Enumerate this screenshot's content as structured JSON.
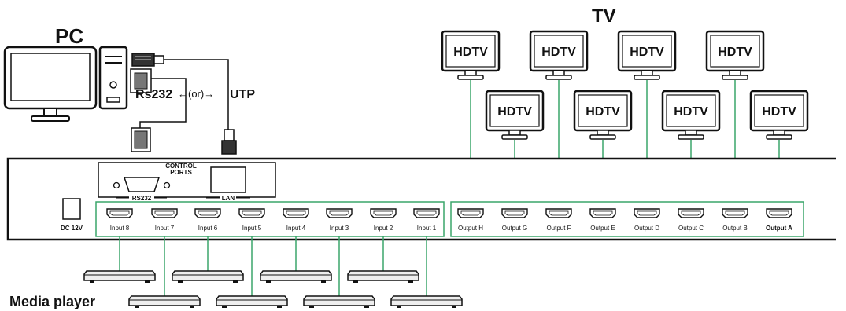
{
  "labels": {
    "pc": "PC",
    "tv": "TV",
    "rs232_label": "Rs232",
    "or_label": "←(or)→",
    "utp_label": "UTP",
    "control_ports_line1": "CONTROL",
    "control_ports_line2": "PORTS",
    "rs232_port": "RS232",
    "lan_port": "LAN",
    "power": "DC 12V",
    "media_player": "Media player"
  },
  "tv_label": "HDTV",
  "inputs": [
    "Input 8",
    "Input 7",
    "Input 6",
    "Input 5",
    "Input 4",
    "Input 3",
    "Input 2",
    "Input 1"
  ],
  "outputs": [
    "Output H",
    "Output G",
    "Output F",
    "Output E",
    "Output D",
    "Output C",
    "Output B",
    "Output A"
  ],
  "colors": {
    "line": "#111111",
    "connection": "#3aa56a",
    "device_fill": "#eeeeee"
  },
  "icons": {
    "monitor": "monitor-icon",
    "tower": "pc-tower-icon",
    "rj45": "rj45-plug-icon",
    "db9": "db9-connector-icon",
    "tv": "tv-icon",
    "hdmi": "hdmi-port-icon",
    "player": "media-player-icon"
  }
}
